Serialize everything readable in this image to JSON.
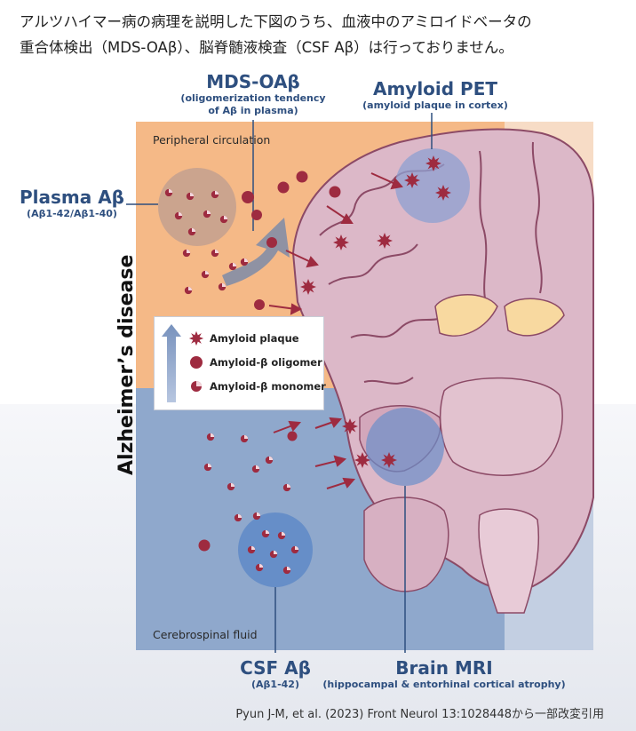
{
  "caption": {
    "line1": "アルツハイマー病の病理を説明した下図のうち、血液中のアミロイドベータの",
    "line2": "重合体検出（MDS-OAβ）、脳脊髄液検査（CSF Aβ）は行っておりません。"
  },
  "labels": {
    "mds_oab": {
      "title": "MDS-OAβ",
      "sub1": "(oligomerization tendency",
      "sub2": "of Aβ in plasma)"
    },
    "amyloid_pet": {
      "title": "Amyloid PET",
      "sub": "(amyloid plaque in cortex)"
    },
    "plasma_ab": {
      "title": "Plasma Aβ",
      "sub": "(Aβ1-42/Aβ1-40)"
    },
    "csf_ab": {
      "title": "CSF Aβ",
      "sub": "(Aβ1-42)"
    },
    "brain_mri": {
      "title": "Brain MRI",
      "sub": "(hippocampal & entorhinal cortical atrophy)"
    }
  },
  "regions": {
    "peripheral": "Peripheral circulation",
    "csf": "Cerebrospinal fluid"
  },
  "axis_title": "Alzheimer’s disease",
  "legend": {
    "plaque": "Amyloid plaque",
    "oligomer": "Amyloid-β oligomer",
    "monomer": "Amyloid-β monomer"
  },
  "citation": "Pyun J-M, et al. (2023) Front Neurol 13:1028448から一部改変引用",
  "colors": {
    "peripheral_bg": "#f5b987",
    "csf_bg": "#8fa8cc",
    "brain": "#dcb8c8",
    "particle": "#9e2b40",
    "label_blue": "#2e4f7f",
    "circle_blue": "#6b8ec9"
  }
}
